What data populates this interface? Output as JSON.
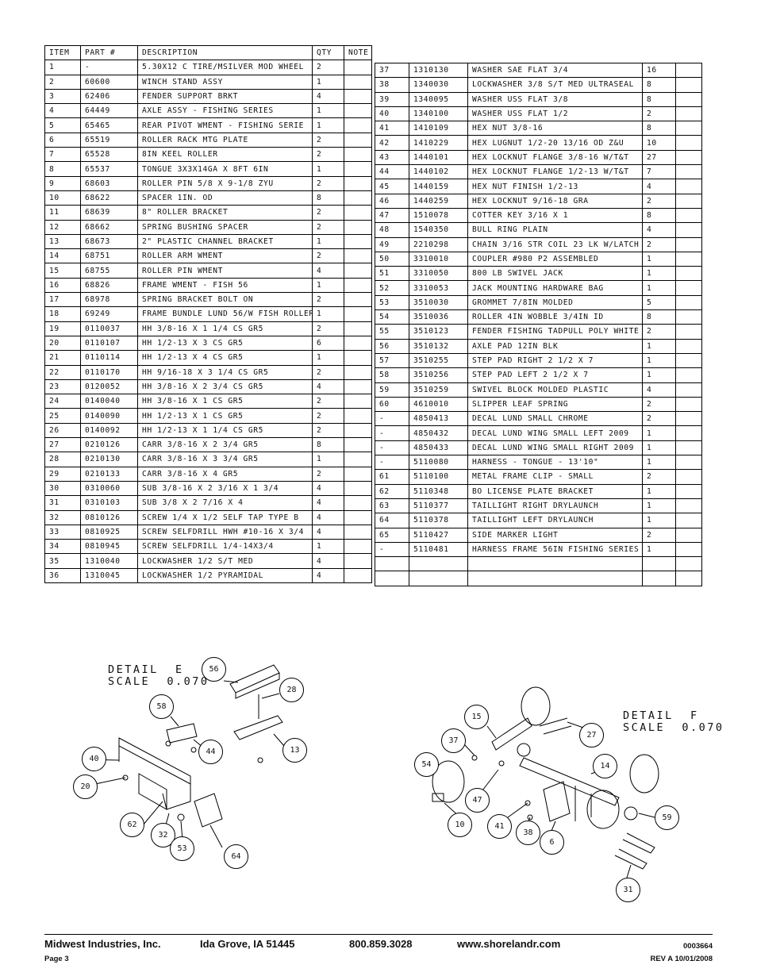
{
  "table_header": {
    "item": "ITEM",
    "part": "PART #",
    "description": "DESCRIPTION",
    "qty": "QTY",
    "note": "NOTE"
  },
  "parts_left": [
    {
      "item": "1",
      "part": "-",
      "desc": "5.30X12 C TIRE/MSILVER MOD WHEEL",
      "qty": "2",
      "note": ""
    },
    {
      "item": "2",
      "part": "60600",
      "desc": "WINCH STAND ASSY",
      "qty": "1",
      "note": ""
    },
    {
      "item": "3",
      "part": "62406",
      "desc": "FENDER SUPPORT BRKT",
      "qty": "4",
      "note": ""
    },
    {
      "item": "4",
      "part": "64449",
      "desc": "AXLE ASSY - FISHING SERIES",
      "qty": "1",
      "note": ""
    },
    {
      "item": "5",
      "part": "65465",
      "desc": "REAR PIVOT WMENT - FISHING SERIE",
      "qty": "1",
      "note": ""
    },
    {
      "item": "6",
      "part": "65519",
      "desc": "ROLLER RACK MTG PLATE",
      "qty": "2",
      "note": ""
    },
    {
      "item": "7",
      "part": "65528",
      "desc": "8IN KEEL ROLLER",
      "qty": "2",
      "note": ""
    },
    {
      "item": "8",
      "part": "65537",
      "desc": "TONGUE 3X3X14GA X 8FT 6IN",
      "qty": "1",
      "note": ""
    },
    {
      "item": "9",
      "part": "68603",
      "desc": "ROLLER PIN 5/8 X 9-1/8 ZYU",
      "qty": "2",
      "note": ""
    },
    {
      "item": "10",
      "part": "68622",
      "desc": "SPACER  1IN. OD",
      "qty": "8",
      "note": ""
    },
    {
      "item": "11",
      "part": "68639",
      "desc": "8\" ROLLER BRACKET",
      "qty": "2",
      "note": ""
    },
    {
      "item": "12",
      "part": "68662",
      "desc": "SPRING BUSHING SPACER",
      "qty": "2",
      "note": ""
    },
    {
      "item": "13",
      "part": "68673",
      "desc": "2\" PLASTIC CHANNEL BRACKET",
      "qty": "1",
      "note": ""
    },
    {
      "item": "14",
      "part": "68751",
      "desc": "ROLLER ARM WMENT",
      "qty": "2",
      "note": ""
    },
    {
      "item": "15",
      "part": "68755",
      "desc": "ROLLER PIN WMENT",
      "qty": "4",
      "note": ""
    },
    {
      "item": "16",
      "part": "68826",
      "desc": "FRAME WMENT  - FISH 56",
      "qty": "1",
      "note": ""
    },
    {
      "item": "17",
      "part": "68978",
      "desc": "SPRING BRACKET BOLT ON",
      "qty": "2",
      "note": ""
    },
    {
      "item": "18",
      "part": "69249",
      "desc": "FRAME BUNDLE LUND 56/W FISH ROLLER",
      "qty": "1",
      "note": ""
    },
    {
      "item": "19",
      "part": "0110037",
      "desc": "HH 3/8-16 X 1 1/4 CS GR5",
      "qty": "2",
      "note": ""
    },
    {
      "item": "20",
      "part": "0110107",
      "desc": "HH 1/2-13 X 3 CS GR5",
      "qty": "6",
      "note": ""
    },
    {
      "item": "21",
      "part": "0110114",
      "desc": "HH 1/2-13 X 4 CS GR5",
      "qty": "1",
      "note": ""
    },
    {
      "item": "22",
      "part": "0110170",
      "desc": "HH 9/16-18 X 3 1/4 CS GR5",
      "qty": "2",
      "note": ""
    },
    {
      "item": "23",
      "part": "0120052",
      "desc": "HH 3/8-16 X 2 3/4 CS GR5",
      "qty": "4",
      "note": ""
    },
    {
      "item": "24",
      "part": "0140040",
      "desc": "HH 3/8-16 X 1 CS GR5",
      "qty": "2",
      "note": ""
    },
    {
      "item": "25",
      "part": "0140090",
      "desc": "HH 1/2-13 X 1 CS GR5",
      "qty": "2",
      "note": ""
    },
    {
      "item": "26",
      "part": "0140092",
      "desc": "HH 1/2-13 X 1 1/4 CS GR5",
      "qty": "2",
      "note": ""
    },
    {
      "item": "27",
      "part": "0210126",
      "desc": "CARR 3/8-16 X 2 3/4 GR5",
      "qty": "8",
      "note": ""
    },
    {
      "item": "28",
      "part": "0210130",
      "desc": "CARR 3/8-16 X 3 3/4 GR5",
      "qty": "1",
      "note": ""
    },
    {
      "item": "29",
      "part": "0210133",
      "desc": "CARR 3/8-16 X 4 GR5",
      "qty": "2",
      "note": ""
    },
    {
      "item": "30",
      "part": "0310060",
      "desc": "SUB 3/8-16 X 2 3/16 X 1 3/4",
      "qty": "4",
      "note": ""
    },
    {
      "item": "31",
      "part": "0310103",
      "desc": "SUB 3/8 X 2 7/16 X 4",
      "qty": "4",
      "note": ""
    },
    {
      "item": "32",
      "part": "0810126",
      "desc": "SCREW 1/4 X 1/2 SELF TAP TYPE B",
      "qty": "4",
      "note": ""
    },
    {
      "item": "33",
      "part": "0810925",
      "desc": "SCREW SELFDRILL HWH #10-16 X 3/4",
      "qty": "4",
      "note": ""
    },
    {
      "item": "34",
      "part": "0810945",
      "desc": "SCREW SELFDRILL  1/4-14X3/4",
      "qty": "1",
      "note": ""
    },
    {
      "item": "35",
      "part": "1310040",
      "desc": "LOCKWASHER 1/2 S/T MED",
      "qty": "4",
      "note": ""
    },
    {
      "item": "36",
      "part": "1310045",
      "desc": "LOCKWASHER 1/2 PYRAMIDAL",
      "qty": "4",
      "note": ""
    }
  ],
  "parts_right": [
    {
      "item": "37",
      "part": "1310130",
      "desc": "WASHER SAE FLAT 3/4",
      "qty": "16",
      "note": ""
    },
    {
      "item": "38",
      "part": "1340030",
      "desc": "LOCKWASHER 3/8 S/T MED ULTRASEAL",
      "qty": "8",
      "note": ""
    },
    {
      "item": "39",
      "part": "1340095",
      "desc": "WASHER USS FLAT 3/8",
      "qty": "8",
      "note": ""
    },
    {
      "item": "40",
      "part": "1340100",
      "desc": "WASHER USS FLAT 1/2",
      "qty": "2",
      "note": ""
    },
    {
      "item": "41",
      "part": "1410109",
      "desc": "HEX NUT 3/8-16",
      "qty": "8",
      "note": ""
    },
    {
      "item": "42",
      "part": "1410229",
      "desc": "HEX LUGNUT 1/2-20 13/16 OD Z&U",
      "qty": "10",
      "note": ""
    },
    {
      "item": "43",
      "part": "1440101",
      "desc": "HEX LOCKNUT FLANGE 3/8-16 W/T&T",
      "qty": "27",
      "note": ""
    },
    {
      "item": "44",
      "part": "1440102",
      "desc": "HEX LOCKNUT FLANGE 1/2-13 W/T&T",
      "qty": "7",
      "note": ""
    },
    {
      "item": "45",
      "part": "1440159",
      "desc": "HEX NUT FINISH 1/2-13",
      "qty": "4",
      "note": ""
    },
    {
      "item": "46",
      "part": "1440259",
      "desc": "HEX LOCKNUT 9/16-18 GRA",
      "qty": "2",
      "note": ""
    },
    {
      "item": "47",
      "part": "1510078",
      "desc": "COTTER KEY 3/16 X 1",
      "qty": "8",
      "note": ""
    },
    {
      "item": "48",
      "part": "1540350",
      "desc": "BULL RING PLAIN",
      "qty": "4",
      "note": ""
    },
    {
      "item": "49",
      "part": "2210298",
      "desc": "CHAIN 3/16 STR COIL 23 LK W/LATCH",
      "qty": "2",
      "note": ""
    },
    {
      "item": "50",
      "part": "3310010",
      "desc": "COUPLER #980 P2 ASSEMBLED",
      "qty": "1",
      "note": ""
    },
    {
      "item": "51",
      "part": "3310050",
      "desc": "800 LB SWIVEL JACK",
      "qty": "1",
      "note": ""
    },
    {
      "item": "52",
      "part": "3310053",
      "desc": "JACK MOUNTING HARDWARE BAG",
      "qty": "1",
      "note": ""
    },
    {
      "item": "53",
      "part": "3510030",
      "desc": "GROMMET  7/8IN MOLDED",
      "qty": "5",
      "note": ""
    },
    {
      "item": "54",
      "part": "3510036",
      "desc": "ROLLER  4IN WOBBLE  3/4IN ID",
      "qty": "8",
      "note": ""
    },
    {
      "item": "55",
      "part": "3510123",
      "desc": "FENDER  FISHING TADPULL POLY WHITE",
      "qty": "2",
      "note": ""
    },
    {
      "item": "56",
      "part": "3510132",
      "desc": "AXLE PAD 12IN  BLK",
      "qty": "1",
      "note": ""
    },
    {
      "item": "57",
      "part": "3510255",
      "desc": "STEP PAD  RIGHT  2 1/2 X  7",
      "qty": "1",
      "note": ""
    },
    {
      "item": "58",
      "part": "3510256",
      "desc": "STEP PAD  LEFT  2 1/2 X  7",
      "qty": "1",
      "note": ""
    },
    {
      "item": "59",
      "part": "3510259",
      "desc": "SWIVEL BLOCK MOLDED PLASTIC",
      "qty": "4",
      "note": ""
    },
    {
      "item": "60",
      "part": "4610010",
      "desc": "SLIPPER LEAF SPRING",
      "qty": "2",
      "note": ""
    },
    {
      "item": "-",
      "part": "4850413",
      "desc": "DECAL LUND SMALL CHROME",
      "qty": "2",
      "note": ""
    },
    {
      "item": "-",
      "part": "4850432",
      "desc": "DECAL LUND WING SMALL LEFT 2009",
      "qty": "1",
      "note": ""
    },
    {
      "item": "-",
      "part": "4850433",
      "desc": "DECAL LUND WING SMALL RIGHT 2009",
      "qty": "1",
      "note": ""
    },
    {
      "item": "-",
      "part": "5110080",
      "desc": "HARNESS - TONGUE - 13'10\"",
      "qty": "1",
      "note": ""
    },
    {
      "item": "61",
      "part": "5110100",
      "desc": "METAL FRAME CLIP - SMALL",
      "qty": "2",
      "note": ""
    },
    {
      "item": "62",
      "part": "5110348",
      "desc": "BO LICENSE PLATE BRACKET",
      "qty": "1",
      "note": ""
    },
    {
      "item": "63",
      "part": "5110377",
      "desc": "TAILLIGHT  RIGHT  DRYLAUNCH",
      "qty": "1",
      "note": ""
    },
    {
      "item": "64",
      "part": "5110378",
      "desc": "TAILLIGHT  LEFT  DRYLAUNCH",
      "qty": "1",
      "note": ""
    },
    {
      "item": "65",
      "part": "5110427",
      "desc": "SIDE MARKER LIGHT",
      "qty": "2",
      "note": ""
    },
    {
      "item": "-",
      "part": "5110481",
      "desc": "HARNESS  FRAME  56IN FISHING SERIES",
      "qty": "1",
      "note": ""
    },
    {
      "item": "",
      "part": "",
      "desc": "",
      "qty": "",
      "note": ""
    },
    {
      "item": "",
      "part": "",
      "desc": "",
      "qty": "",
      "note": ""
    }
  ],
  "detail_e": {
    "title": "DETAIL  E",
    "scale": "SCALE  0.070",
    "callouts": [
      "56",
      "28",
      "58",
      "44",
      "13",
      "40",
      "20",
      "62",
      "32",
      "53",
      "64"
    ]
  },
  "detail_f": {
    "title": "DETAIL  F",
    "scale": "SCALE  0.070",
    "callouts": [
      "15",
      "27",
      "37",
      "54",
      "14",
      "47",
      "10",
      "41",
      "38",
      "6",
      "59",
      "31"
    ]
  },
  "footer": {
    "company": "Midwest Industries, Inc.",
    "city": "Ida Grove, IA  51445",
    "phone": "800.859.3028",
    "website": "www.shorelandr.com",
    "doc_number": "0003664",
    "page": "Page 3",
    "revision": "REV A  10/01/2008"
  }
}
